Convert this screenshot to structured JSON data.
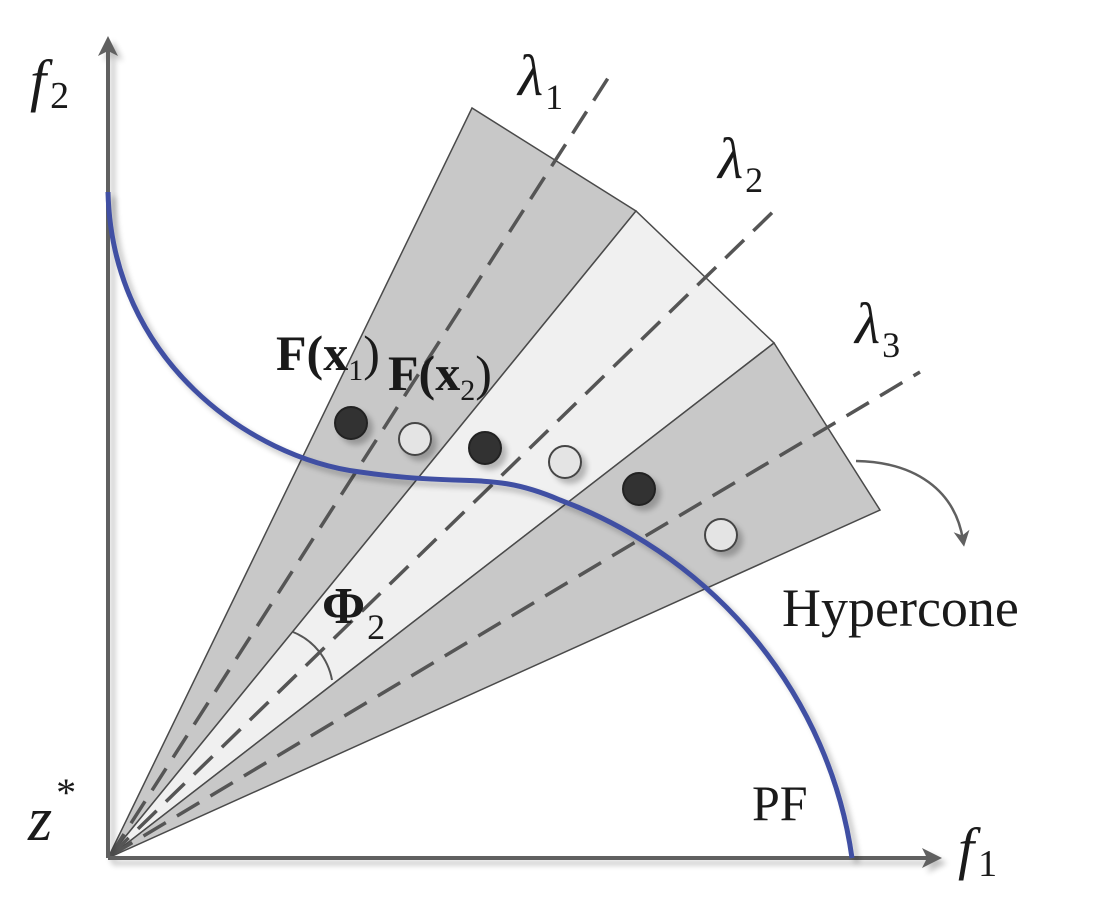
{
  "axes": {
    "f1": {
      "symbol": "f",
      "subscript": "1"
    },
    "f2": {
      "symbol": "f",
      "subscript": "2"
    },
    "origin": {
      "symbol": "z",
      "superscript": "*"
    }
  },
  "weight_vectors": [
    {
      "symbol": "λ",
      "subscript": "1"
    },
    {
      "symbol": "λ",
      "subscript": "2"
    },
    {
      "symbol": "λ",
      "subscript": "3"
    }
  ],
  "solutions": {
    "x1": {
      "prefix": "F(",
      "var": "x",
      "subscript": "1",
      "suffix": ")"
    },
    "x2": {
      "prefix": "F(",
      "var": "x",
      "subscript": "2",
      "suffix": ")"
    }
  },
  "angle": {
    "symbol": "Φ",
    "subscript": "2"
  },
  "labels": {
    "hypercone": "Hypercone",
    "pareto_front": "PF"
  },
  "colors": {
    "axis": "#606060",
    "dark_cone": "#c8c8c8",
    "light_cone": "#f0f0f0",
    "cone_edge": "#4a4a4a",
    "front": "#3f4fa3",
    "dark_point": "#333333",
    "light_point": "#e4e4e4"
  }
}
